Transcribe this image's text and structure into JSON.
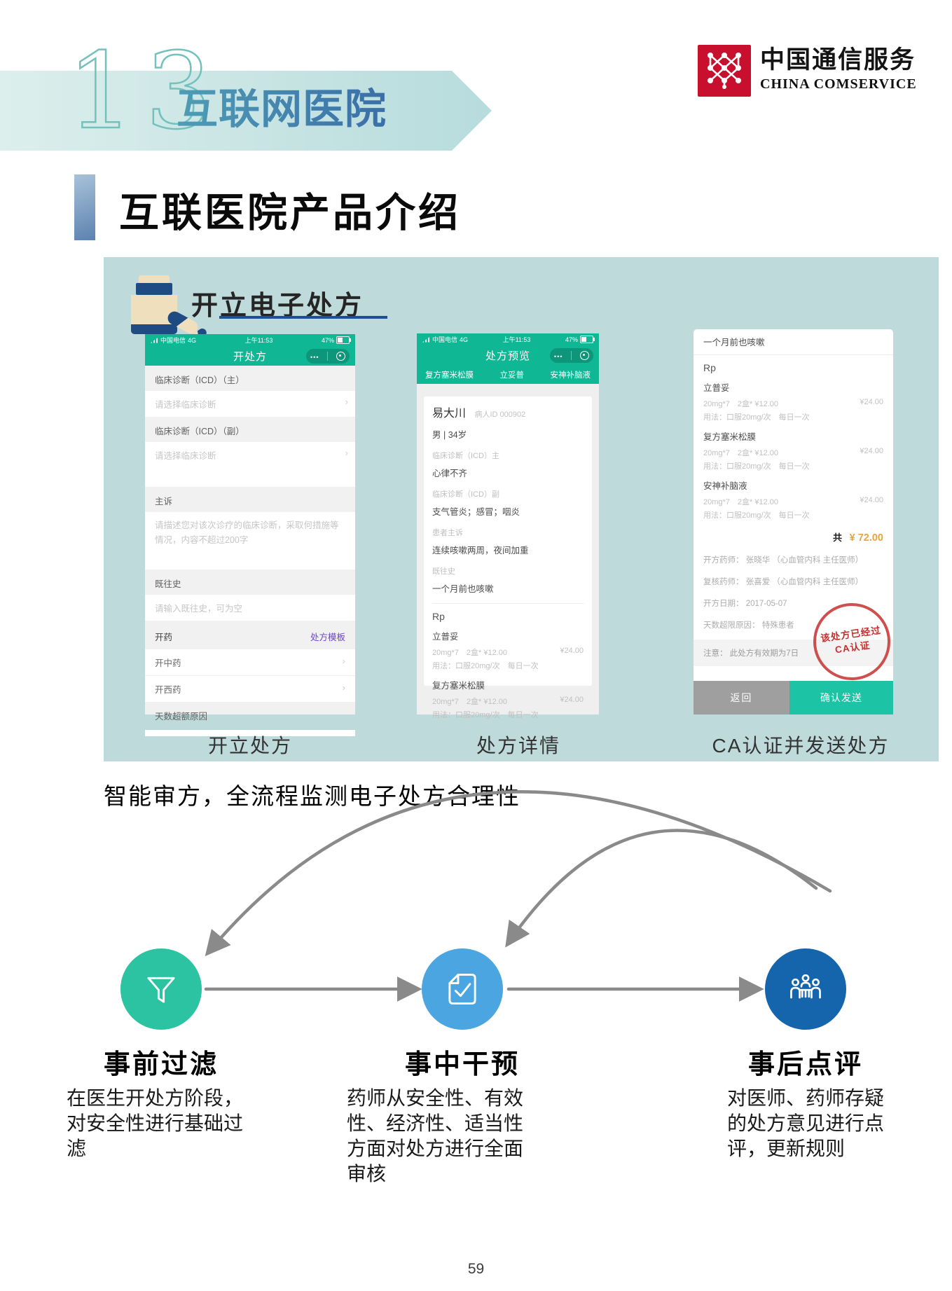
{
  "page": {
    "number": "59"
  },
  "header": {
    "chapter_number": "13",
    "chapter_title": "互联网医院",
    "logo_cn": "中国通信服务",
    "logo_en": "CHINA COMSERVICE"
  },
  "section": {
    "title": "互联医院产品介绍"
  },
  "panel": {
    "heading": "开立电子处方",
    "caption1": "开立处方",
    "caption2": "处方详情",
    "caption3": "CA认证并发送处方"
  },
  "status": {
    "carrier": "中国电信",
    "network": "4G",
    "time": "上午11:53",
    "battery": "47%"
  },
  "phone1": {
    "nav_title": "开处方",
    "field1_label": "临床诊断（ICD）（主）",
    "field1_placeholder": "请选择临床诊断",
    "field2_label": "临床诊断（ICD）（副）",
    "field2_placeholder": "请选择临床诊断",
    "field3_label": "主诉",
    "field3_placeholder": "请描述您对该次诊疗的临床诊断，采取何措施等情况，内容不超过200字",
    "field4_label": "既往史",
    "field4_placeholder": "请输入既往史，可为空",
    "prescribe_label": "开药",
    "template_link": "处方模板",
    "menu1": "开中药",
    "menu2": "开西药",
    "overrun_label": "天数超额原因"
  },
  "phone2": {
    "nav_title": "处方预览",
    "tab1": "复方塞米松膜",
    "tab2": "立妥普",
    "tab3": "安神补脑液",
    "patient_name": "易大川",
    "patient_id": "病人ID 000902",
    "patient_info": "男 | 34岁",
    "dx1_label": "临床诊断（ICD）主",
    "dx1_value": "心律不齐",
    "dx2_label": "临床诊断（ICD）副",
    "dx2_value": "支气管炎；感冒；咽炎",
    "dx3_label": "患者主诉",
    "dx3_value": "连续咳嗽两周，夜间加重",
    "dx4_label": "既往史",
    "dx4_value": "一个月前也咳嗽",
    "rp_label": "Rp",
    "rx": [
      {
        "name": "立普妥",
        "spec": "20mg*7　2盒* ¥12.00",
        "price": "¥24.00",
        "usage": "用法：口服20mg/次　每日一次"
      },
      {
        "name": "复方塞米松膜",
        "spec": "20mg*7　2盒* ¥12.00",
        "price": "¥24.00",
        "usage": "用法：口服20mg/次　每日一次"
      }
    ]
  },
  "phone3": {
    "history_row": "一个月前也咳嗽",
    "rp_label": "Rp",
    "rx": [
      {
        "name": "立普妥",
        "spec": "20mg*7　2盒* ¥12.00",
        "price": "¥24.00",
        "usage": "用法：口服20mg/次　每日一次"
      },
      {
        "name": "复方塞米松膜",
        "spec": "20mg*7　2盒* ¥12.00",
        "price": "¥24.00",
        "usage": "用法：口服20mg/次　每日一次"
      },
      {
        "name": "安神补脑液",
        "spec": "20mg*7　2盒* ¥12.00",
        "price": "¥24.00",
        "usage": "用法：口服20mg/次　每日一次"
      }
    ],
    "total_label": "共",
    "total_value": "¥ 72.00",
    "meta1": "开方药师： 张晓华 （心血管内科 主任医师）",
    "meta2": "复核药师： 张喜爱 （心血管内科 主任医师）",
    "meta3": "开方日期： 2017-05-07",
    "meta4": "天数超限原因： 特殊患者",
    "stamp_line1": "该处方已经过",
    "stamp_line2": "CA认证",
    "notice": "注意： 此处方有效期为7日",
    "back_button": "返回",
    "confirm_button": "确认发送"
  },
  "flow": {
    "lead_text": "智能审方，全流程监测电子处方合理性",
    "steps": [
      {
        "title": "事前过滤",
        "desc": "在医生开处方阶段，对安全性进行基础过滤",
        "icon": "funnel-icon",
        "color": "#2bc3a2"
      },
      {
        "title": "事中干预",
        "desc": "药师从安全性、有效性、经济性、适当性方面对处方进行全面审核",
        "icon": "document-check-icon",
        "color": "#4aa5e0"
      },
      {
        "title": "事后点评",
        "desc": "对医师、药师存疑的处方意见进行点评，更新规则",
        "icon": "people-review-icon",
        "color": "#1565ad"
      }
    ]
  },
  "colors": {
    "panel_background": "#bedadb",
    "phone_green": "#10b795",
    "link_purple": "#6b46c8",
    "price_orange": "#e8a33d",
    "stamp_red": "#c5302f",
    "brand_red": "#c8102e",
    "step1_green": "#2bc3a2",
    "step2_blue": "#4aa5e0",
    "step3_blue": "#1565ad"
  }
}
